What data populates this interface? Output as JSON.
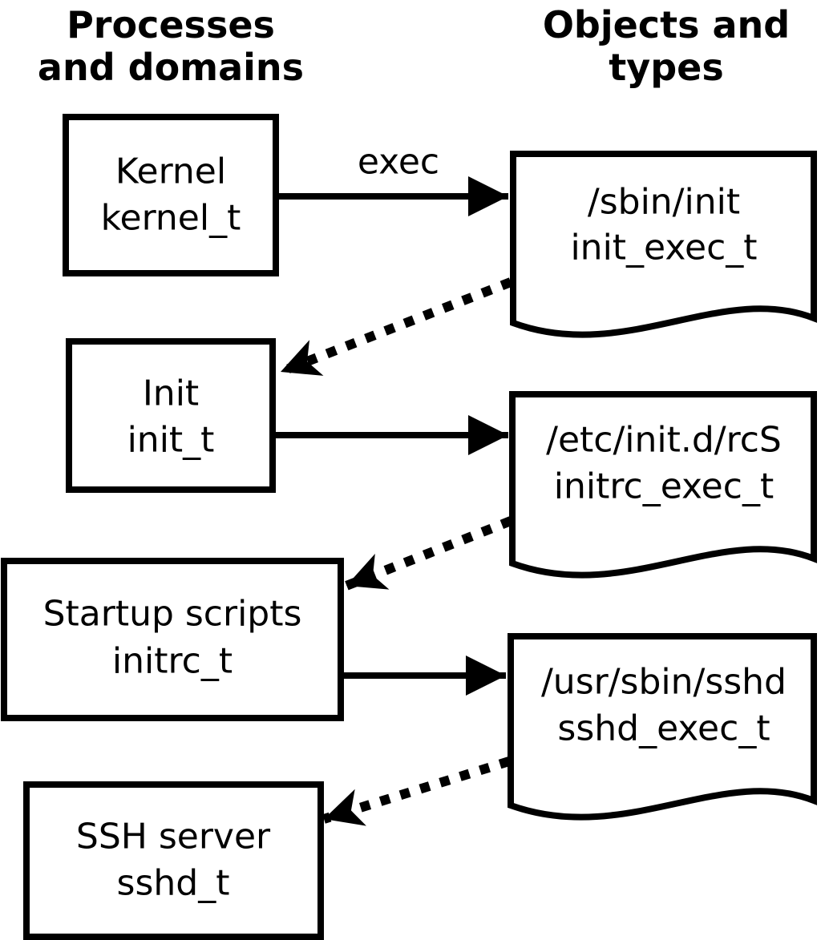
{
  "diagram": {
    "column_headers": {
      "left": {
        "line1": "Processes",
        "line2": "and domains"
      },
      "right": {
        "line1": "Objects and",
        "line2": "types"
      }
    },
    "process_boxes": [
      {
        "name": "Kernel",
        "type": "kernel_t"
      },
      {
        "name": "Init",
        "type": "init_t"
      },
      {
        "name": "Startup scripts",
        "type": "initrc_t"
      },
      {
        "name": "SSH server",
        "type": "sshd_t"
      }
    ],
    "object_documents": [
      {
        "path": "/sbin/init",
        "type": "init_exec_t"
      },
      {
        "path": "/etc/init.d/rcS",
        "type": "initrc_exec_t"
      },
      {
        "path": "/usr/sbin/sshd",
        "type": "sshd_exec_t"
      }
    ],
    "arrow_labels": {
      "exec": "exec"
    },
    "colors": {
      "ink": "#000000",
      "paper": "#ffffff"
    }
  }
}
